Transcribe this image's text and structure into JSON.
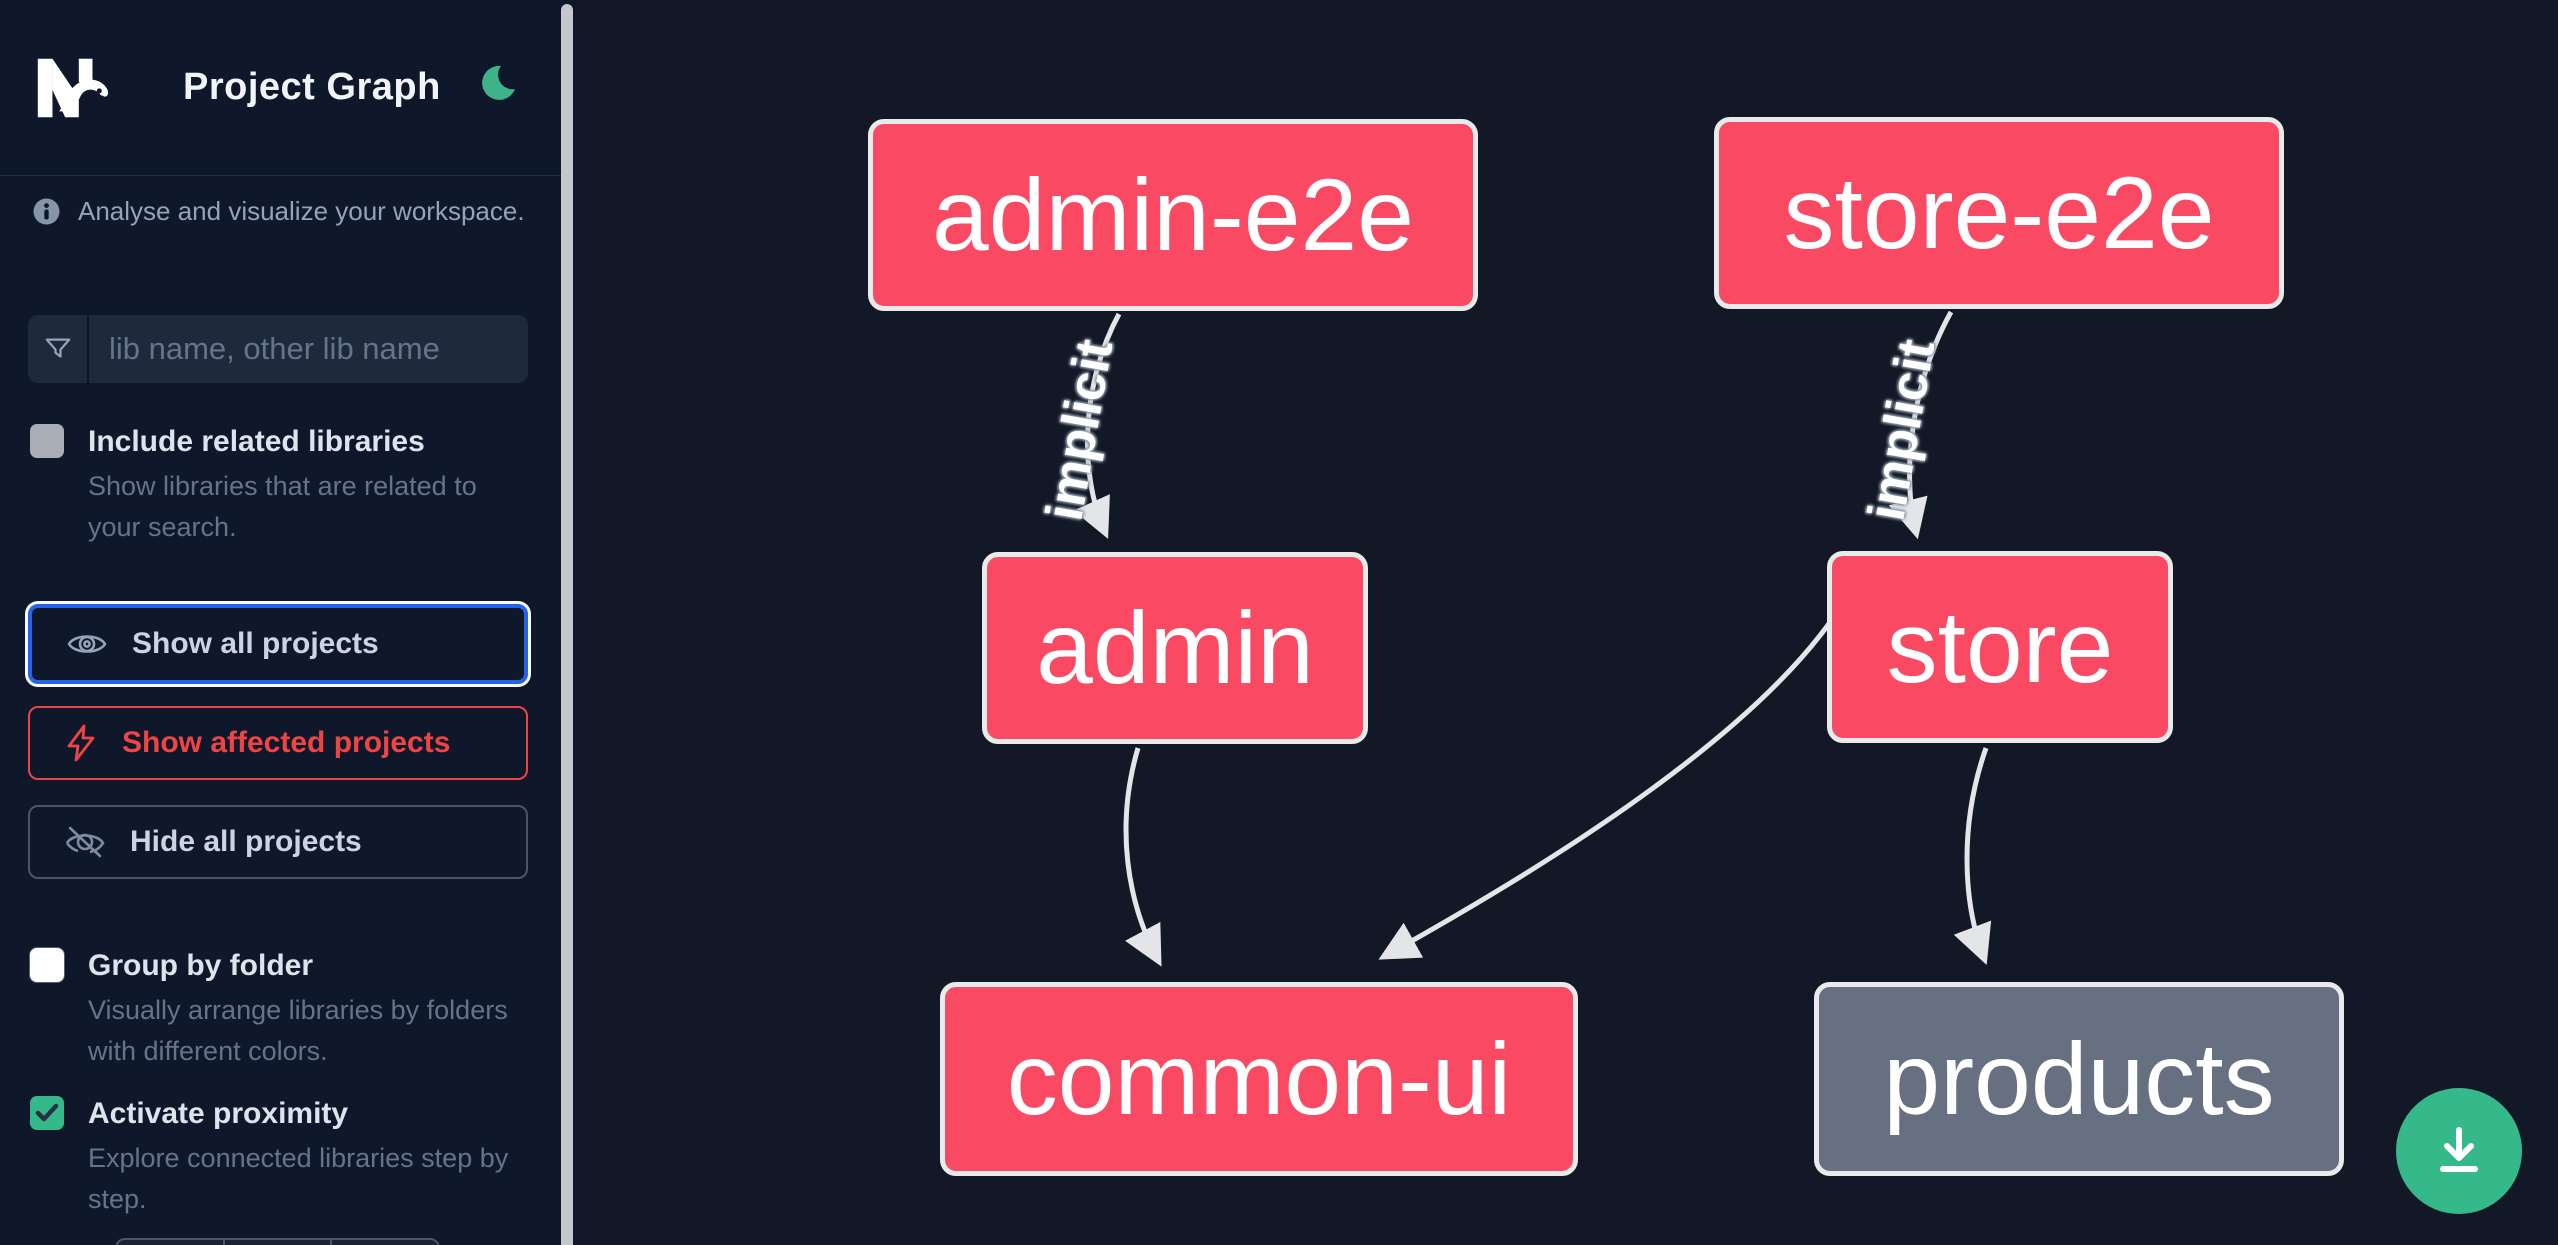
{
  "header": {
    "title": "Project Graph",
    "logo": "Nx",
    "theme_icon": "moon"
  },
  "sidebar": {
    "tagline": "Analyse and visualize your workspace.",
    "search": {
      "placeholder": "lib name, other lib name",
      "value": ""
    },
    "include_related": {
      "label": "Include related libraries",
      "description": "Show libraries that are related to your search.",
      "checked": false
    },
    "actions": {
      "show_all": "Show all projects",
      "show_affected": "Show affected projects",
      "hide_all": "Hide all projects"
    },
    "group_by_folder": {
      "label": "Group by folder",
      "description": "Visually arrange libraries by folders with different colors.",
      "checked": false
    },
    "activate_proximity": {
      "label": "Activate proximity",
      "description": "Explore connected libraries step by step.",
      "checked": true
    }
  },
  "graph": {
    "nodes": [
      {
        "id": "admin-e2e",
        "label": "admin-e2e",
        "kind": "affected"
      },
      {
        "id": "store-e2e",
        "label": "store-e2e",
        "kind": "affected"
      },
      {
        "id": "admin",
        "label": "admin",
        "kind": "affected"
      },
      {
        "id": "store",
        "label": "store",
        "kind": "affected"
      },
      {
        "id": "common-ui",
        "label": "common-ui",
        "kind": "affected"
      },
      {
        "id": "products",
        "label": "products",
        "kind": "unaffected"
      }
    ],
    "edges": [
      {
        "source": "admin-e2e",
        "target": "admin",
        "label": "implicit"
      },
      {
        "source": "store-e2e",
        "target": "store",
        "label": "implicit"
      },
      {
        "source": "admin",
        "target": "common-ui",
        "label": ""
      },
      {
        "source": "store",
        "target": "common-ui",
        "label": ""
      },
      {
        "source": "store",
        "target": "products",
        "label": ""
      }
    ]
  },
  "fab": {
    "icon": "download-icon"
  },
  "colors": {
    "sidebar_bg": "#0f172a",
    "canvas_bg": "#121826",
    "affected_node": "#fa4963",
    "unaffected_node": "#677080",
    "node_border": "#e9eaec",
    "edge": "#e3e5e8",
    "accent_green": "#35b88a",
    "focus_blue": "#2563eb",
    "alert_red": "#ef4444",
    "checkbox_checked_green": "#34b98a"
  }
}
